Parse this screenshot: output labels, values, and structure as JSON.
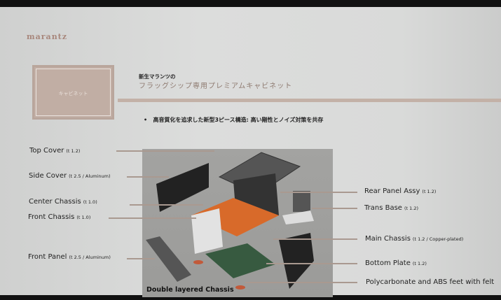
{
  "brand": "marantz",
  "section_box": "キャビネット",
  "subtitle": "新生マランツの",
  "title": "フラッグシップ専用プレミアムキャビネット",
  "bullet": "高音質化を追求した新型3ピース構造: 高い剛性とノイズ対策を共存",
  "image_caption": "Double layered Chassis",
  "left_labels": [
    {
      "name": "Top Cover",
      "spec": "(t 1.2)"
    },
    {
      "name": "Side Cover",
      "spec": "(t 2.5 / Aluminum)"
    },
    {
      "name": "Center Chassis",
      "spec": "(t 1.0)"
    },
    {
      "name": "Front Chassis",
      "spec": "(t 1.0)"
    },
    {
      "name": "Front Panel",
      "spec": "(t 2.5 / Aluminum)"
    }
  ],
  "right_labels": [
    {
      "name": "Rear Panel Assy",
      "spec": "(t 1.2)"
    },
    {
      "name": "Trans Base",
      "spec": "(t 1.2)"
    },
    {
      "name": "Main Chassis",
      "spec": "(t 1.2 / Copper-plated)"
    },
    {
      "name": "Bottom Plate",
      "spec": "(t 1.2)"
    },
    {
      "name": "Polycarbonate and ABS feet with felt",
      "spec": ""
    }
  ]
}
